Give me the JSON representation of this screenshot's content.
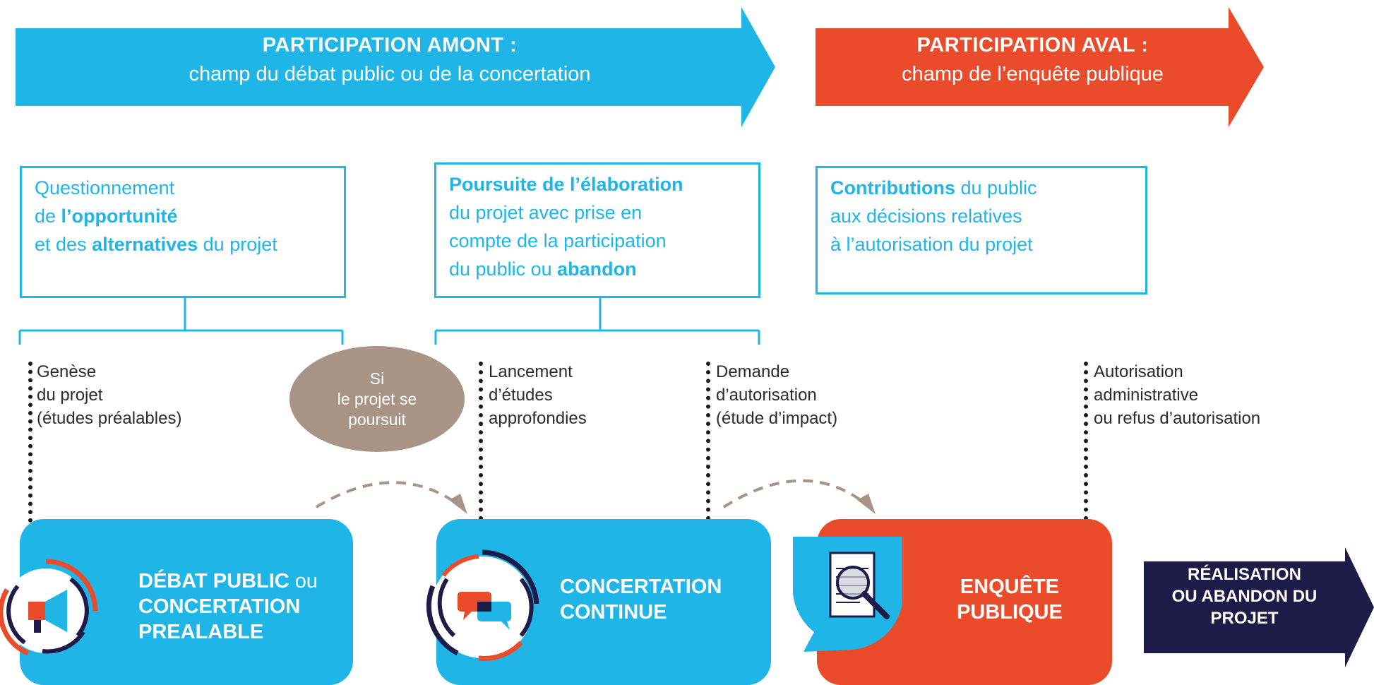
{
  "colors": {
    "blue": "#1fb5e6",
    "red": "#ea4b2a",
    "navy": "#1d1b47",
    "taupe": "#a89387",
    "dashed": "#a89387"
  },
  "arrows": {
    "amont": {
      "title": "PARTICIPATION AMONT :",
      "subtitle": "champ du débat public ou de la concertation"
    },
    "aval": {
      "title": "PARTICIPATION AVAL :",
      "subtitle": "champ de l’enquête publique"
    }
  },
  "boxes": {
    "box1": {
      "line1": "Questionnement",
      "line2_a": "de ",
      "line2_b": "l’opportunité",
      "line3_a": "et des ",
      "line3_b": "alternatives",
      "line3_c": " du projet"
    },
    "box2": {
      "line1": "Poursuite de l’élaboration",
      "line2": "du projet avec prise en",
      "line3": "compte de la participation",
      "line4_a": "du public ou ",
      "line4_b": "abandon"
    },
    "box3": {
      "line1_a": "Contributions",
      "line1_b": " du public",
      "line2": "aux décisions relatives",
      "line3": "à l’autorisation du projet"
    }
  },
  "milestones": {
    "m1": {
      "line1": "Genèse",
      "line2": "du projet",
      "line3": "(études préalables)"
    },
    "m2": {
      "line1": "Lancement",
      "line2": "d’études",
      "line3": "approfondies"
    },
    "m3": {
      "line1": "Demande",
      "line2": "d’autorisation",
      "line3": "(étude d’impact)"
    },
    "m4": {
      "line1": "Autorisation",
      "line2": "administrative",
      "line3": "ou refus d’autorisation"
    }
  },
  "oval": {
    "line1": "Si",
    "line2": "le projet se",
    "line3": "poursuit"
  },
  "cards": {
    "debat": {
      "line1_a": "DÉBAT PUBLIC",
      "line1_b": " ou",
      "line2": "CONCERTATION",
      "line3": "PREALABLE",
      "icon": "megaphone-icon"
    },
    "concertation": {
      "line1": "CONCERTATION",
      "line2": "CONTINUE",
      "icon": "speech-bubbles-icon"
    },
    "enquete": {
      "line1": "ENQUÊTE",
      "line2": "PUBLIQUE",
      "icon": "magnifier-document-icon"
    }
  },
  "final": {
    "line1": "RÉALISATION",
    "line2": "OU ABANDON DU",
    "line3": "PROJET"
  }
}
